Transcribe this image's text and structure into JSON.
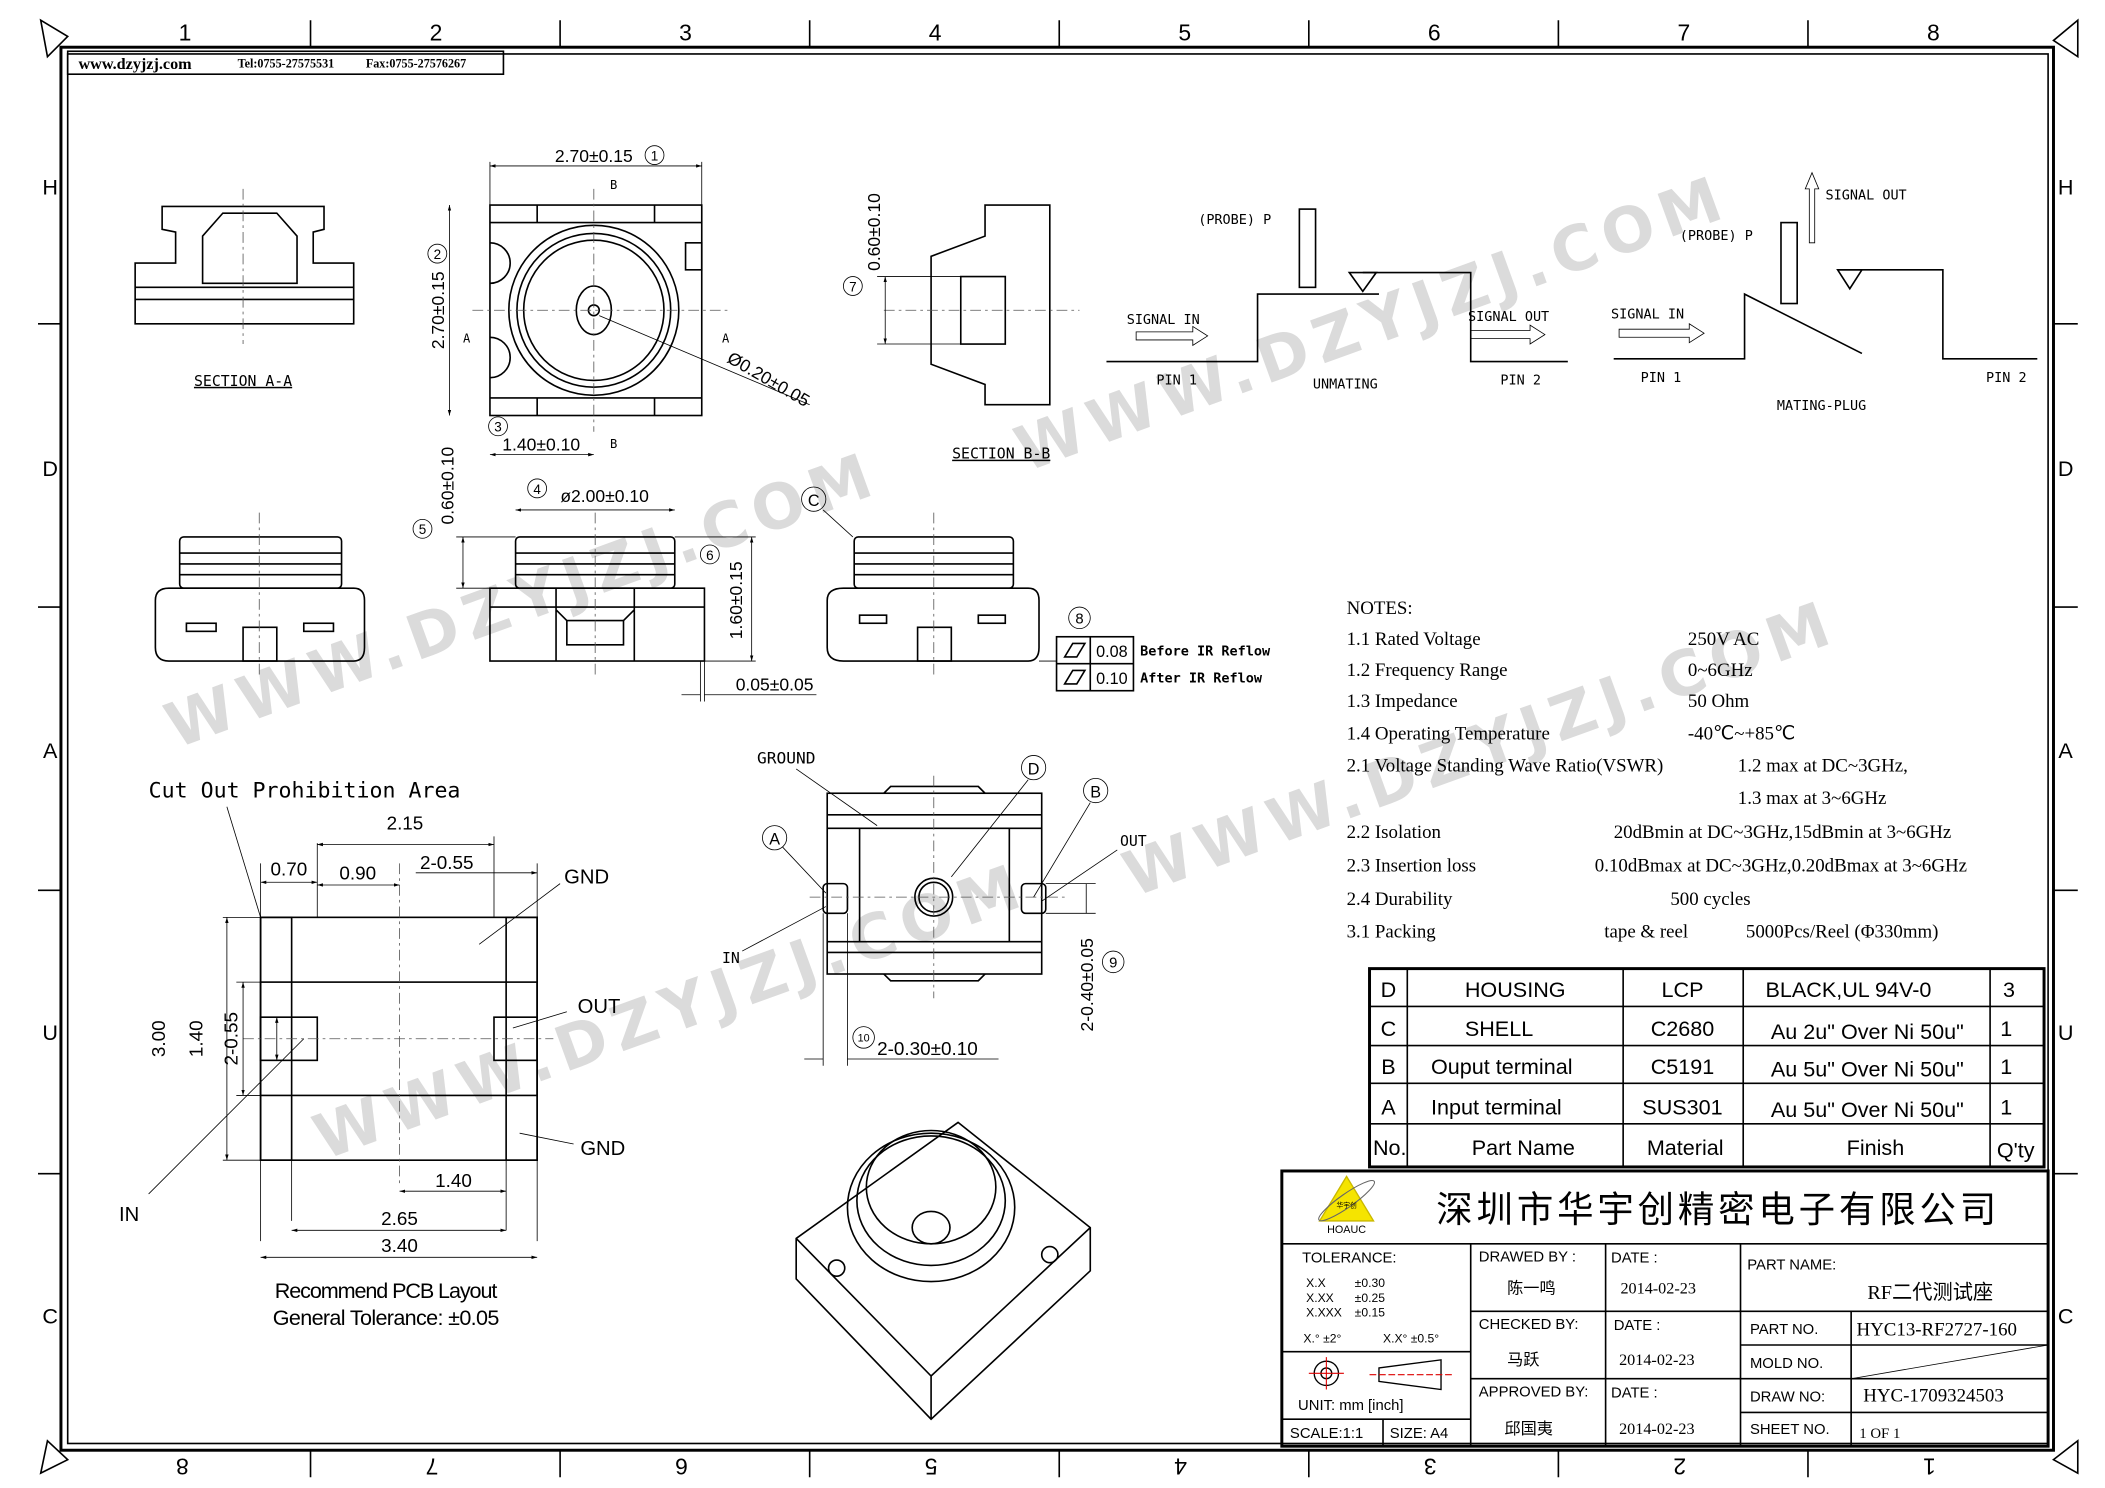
{
  "header": {
    "website": "www.dzyjzj.com",
    "tel": "Tel:0755-27575531",
    "fax": "Fax:0755-27576267"
  },
  "grid": {
    "columns": [
      "1",
      "2",
      "3",
      "4",
      "5",
      "6",
      "7",
      "8"
    ],
    "rows": [
      "H",
      "D",
      "A",
      "U",
      "C"
    ]
  },
  "watermark": "WWW.DZYJZJ.COM",
  "views": {
    "section_aa": "SECTION A-A",
    "section_bb": "SECTION B-B",
    "top_width": "2.70±0.15",
    "top_height": "2.70±0.15",
    "pin_offset": "1.40±0.10",
    "pin_dia": "Ø0.20±0.05",
    "section_a": "A",
    "section_b": "B",
    "bb_height": "0.60±0.10",
    "side_top_height": "0.60±0.10",
    "side_dia": "ø2.00±0.10",
    "side_height": "1.60±0.15",
    "side_gap": "0.05±0.05",
    "balloons": {
      "b1": "1",
      "b2": "2",
      "b3": "3",
      "b4": "4",
      "b5": "5",
      "b6": "6",
      "b7": "7",
      "b8": "8",
      "b9": "9",
      "b10": "10",
      "bA": "A",
      "bB": "B",
      "bC": "C",
      "bD": "D"
    },
    "flatness": {
      "before_value": "0.08",
      "before_label": "Before IR Reflow",
      "after_value": "0.10",
      "after_label": "After IR Reflow"
    },
    "bottom": {
      "ground": "GROUND",
      "out": "OUT",
      "in": "IN",
      "terminal_width": "2-0.40±0.05",
      "terminal_gap": "2-0.30±0.10"
    }
  },
  "pcb": {
    "title": "Cut Out Prohibition Area",
    "dims": {
      "d215": "2.15",
      "d070": "0.70",
      "d090": "0.90",
      "d255": "2-0.55",
      "d300": "3.00",
      "d140v": "1.40",
      "d255v": "2-0.55",
      "d140": "1.40",
      "d265": "2.65",
      "d340": "3.40"
    },
    "labels": {
      "gnd_top": "GND",
      "out": "OUT",
      "gnd_bottom": "GND",
      "in": "IN"
    },
    "caption1": "Recommend PCB Layout",
    "caption2": "General Tolerance: ±0.05"
  },
  "signal_diagram": {
    "unmating": {
      "probe": "(PROBE) P",
      "signal_in": "SIGNAL IN",
      "signal_out": "SIGNAL OUT",
      "pin1": "PIN 1",
      "pin2": "PIN 2",
      "caption": "UNMATING"
    },
    "mating": {
      "probe": "(PROBE) P",
      "signal_in": "SIGNAL IN",
      "signal_out": "SIGNAL OUT",
      "pin1": "PIN 1",
      "pin2": "PIN 2",
      "caption": "MATING-PLUG"
    }
  },
  "notes": {
    "title": "NOTES:",
    "items": [
      {
        "label": "1.1 Rated Voltage",
        "value": "250V AC"
      },
      {
        "label": "1.2 Frequency Range",
        "value": "0~6GHz"
      },
      {
        "label": "1.3 Impedance",
        "value": "50 Ohm"
      },
      {
        "label": "1.4 Operating Temperature",
        "value": "-40℃~+85℃"
      },
      {
        "label": "2.1 Voltage Standing Wave Ratio(VSWR)",
        "value": "1.2 max at DC~3GHz,",
        "value2": "1.3 max at 3~6GHz"
      },
      {
        "label": "2.2 Isolation",
        "value": "20dBmin at DC~3GHz,15dBmin at 3~6GHz"
      },
      {
        "label": "2.3  Insertion loss",
        "value": "0.10dBmax at DC~3GHz,0.20dBmax at 3~6GHz"
      },
      {
        "label": "2.4  Durability",
        "value": "500 cycles"
      },
      {
        "label": "3.1  Packing",
        "value": "tape & reel",
        "value2": "5000Pcs/Reel (Φ330mm)"
      }
    ]
  },
  "bom": {
    "headers": [
      "No.",
      "Part Name",
      "Material",
      "Finish",
      "Q'ty"
    ],
    "rows": [
      [
        "D",
        "HOUSING",
        "LCP",
        "BLACK,UL 94V-0",
        "3"
      ],
      [
        "C",
        "SHELL",
        "C2680",
        "Au 2u\" Over Ni 50u\"",
        "1"
      ],
      [
        "B",
        "Ouput terminal",
        "C5191",
        "Au 5u\" Over Ni 50u\"",
        "1"
      ],
      [
        "A",
        "Input terminal",
        "SUS301",
        "Au 5u\" Over Ni 50u\"",
        "1"
      ]
    ]
  },
  "title_block": {
    "logo_text": "HOAUC",
    "logo_cn": "华宇创",
    "company": "深圳市华宇创精密电子有限公司",
    "tolerance_label": "TOLERANCE:",
    "tolerances": [
      [
        "X.X",
        "±0.30"
      ],
      [
        "X.XX",
        "±0.25"
      ],
      [
        "X.XXX",
        "±0.15"
      ]
    ],
    "angle_tol": [
      "X.° ±2°",
      "X.X° ±0.5°"
    ],
    "unit": "UNIT:  mm  [inch]",
    "scale": "SCALE:1:1",
    "size": "SIZE:  A4",
    "drawed_by_label": "DRAWED BY :",
    "drawed_by": "陈一鸣",
    "checked_by_label": "CHECKED BY:",
    "checked_by": "马跃",
    "approved_by_label": "APPROVED BY:",
    "approved_by": "邱国夷",
    "date_label": "DATE :",
    "dates": [
      "2014-02-23",
      "2014-02-23",
      "2014-02-23"
    ],
    "part_name_label": "PART NAME:",
    "part_name": "RF二代测试座",
    "part_no_label": "PART NO.",
    "part_no": "HYC13-RF2727-160",
    "mold_no_label": "MOLD NO.",
    "draw_no_label": "DRAW NO:",
    "draw_no": "HYC-1709324503",
    "sheet_no_label": "SHEET NO.",
    "sheet_no": "1 OF 1"
  }
}
